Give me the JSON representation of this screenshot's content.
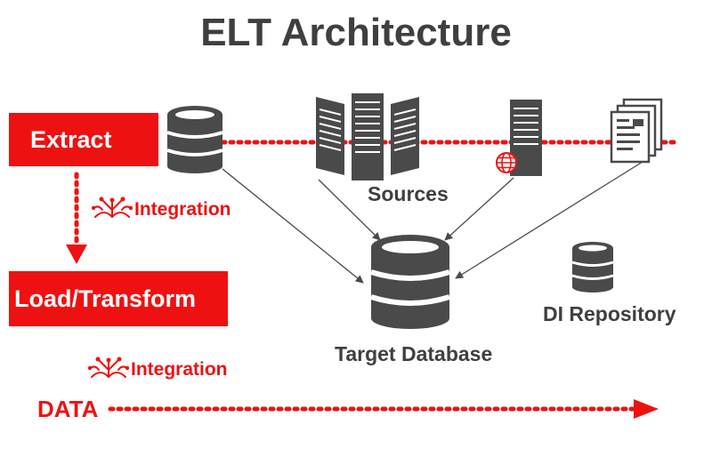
{
  "title": "ELT Architecture",
  "stages": {
    "extract": "Extract",
    "load_transform": "Load/Transform"
  },
  "labels": {
    "sources": "Sources",
    "target_database": "Target Database",
    "di_repository": "DI Repository",
    "integration_top": "Integration",
    "integration_bottom": "Integration",
    "data": "DATA"
  },
  "colors": {
    "accent_red": "#ee1111",
    "icon_gray": "#4a4a4a",
    "text_dark": "#3f3f3f"
  },
  "icons": [
    "database-icon",
    "server-rack-icon",
    "web-server-icon",
    "documents-icon",
    "integration-icon",
    "globe-icon"
  ]
}
